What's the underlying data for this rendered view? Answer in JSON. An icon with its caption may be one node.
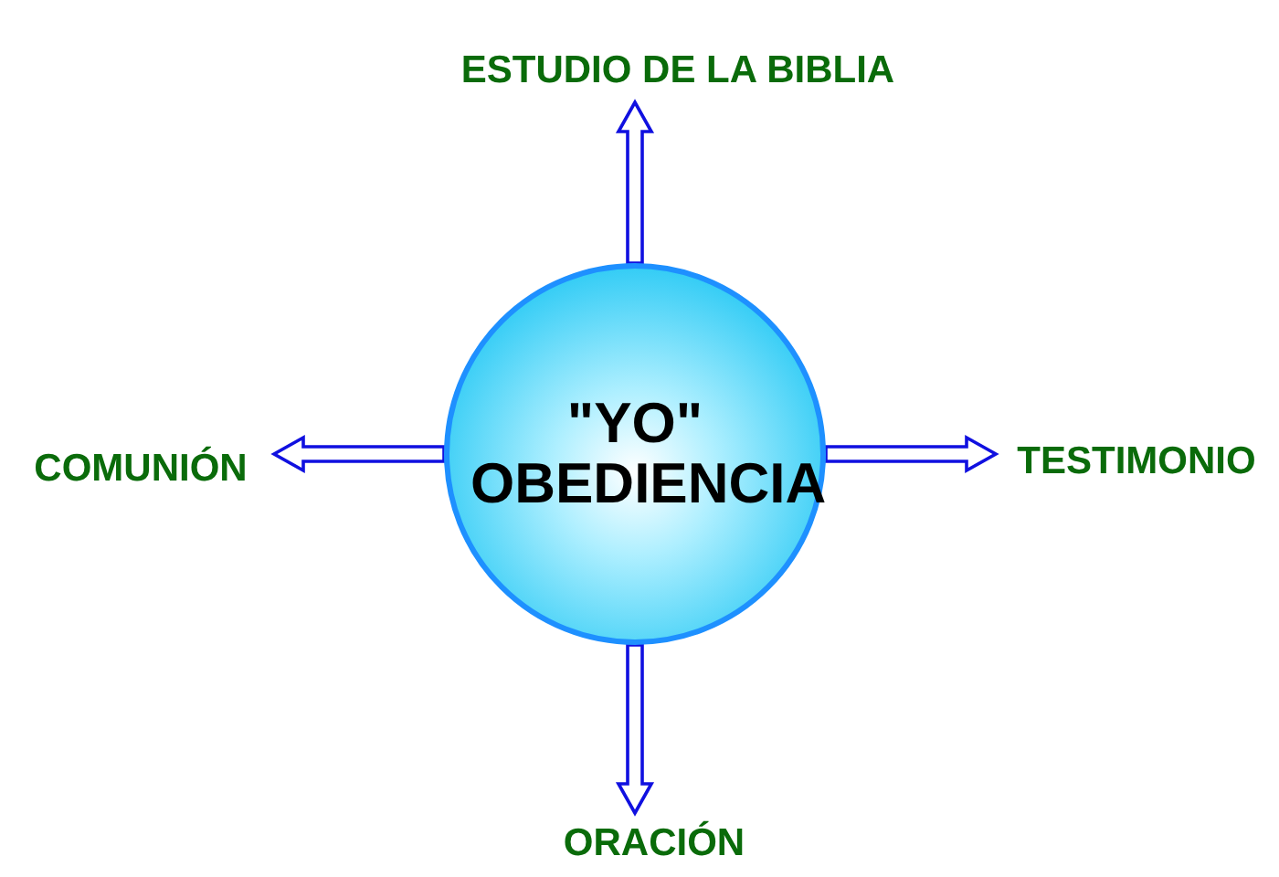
{
  "diagram": {
    "nodes": [
      {
        "text": [
          "\"YO\" OBEDIENCIA"
        ]
      },
      {
        "text": [
          "ESTUDIO DE LA BIBLIA"
        ]
      },
      {
        "text": [
          "COMUNIÓN"
        ]
      },
      {
        "text": [
          "TESTIMONIO"
        ]
      },
      {
        "text": [
          "ORACIÓN"
        ]
      }
    ],
    "edges": [
      {
        "from": 0,
        "to": 1,
        "arrow": "to"
      },
      {
        "from": 0,
        "to": 2,
        "arrow": "to"
      },
      {
        "from": 0,
        "to": 3,
        "arrow": "to"
      },
      {
        "from": 0,
        "to": 4,
        "arrow": "to"
      }
    ]
  }
}
